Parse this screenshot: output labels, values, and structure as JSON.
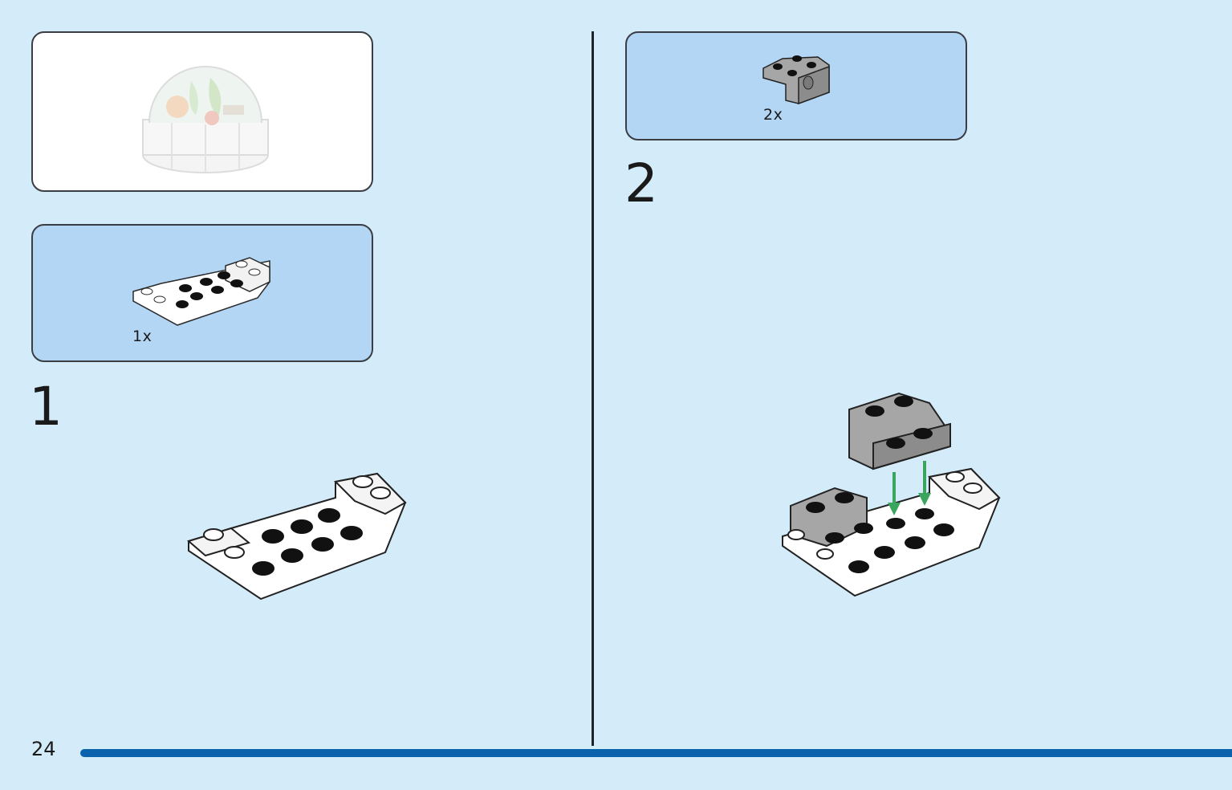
{
  "page": {
    "number": "24"
  },
  "steps": [
    {
      "number": "1",
      "parts": [
        {
          "quantity": "1x",
          "part": "white-inverted-slope-plate"
        }
      ]
    },
    {
      "number": "2",
      "parts": [
        {
          "quantity": "2x",
          "part": "gray-bracket-brick"
        }
      ]
    }
  ],
  "colors": {
    "background": "#d4ebfa",
    "parts_panel": "#b3d6f5",
    "footer_bar": "#0a62ad",
    "arrow": "#3aa55c",
    "gray_brick": "#a6a6a6"
  }
}
